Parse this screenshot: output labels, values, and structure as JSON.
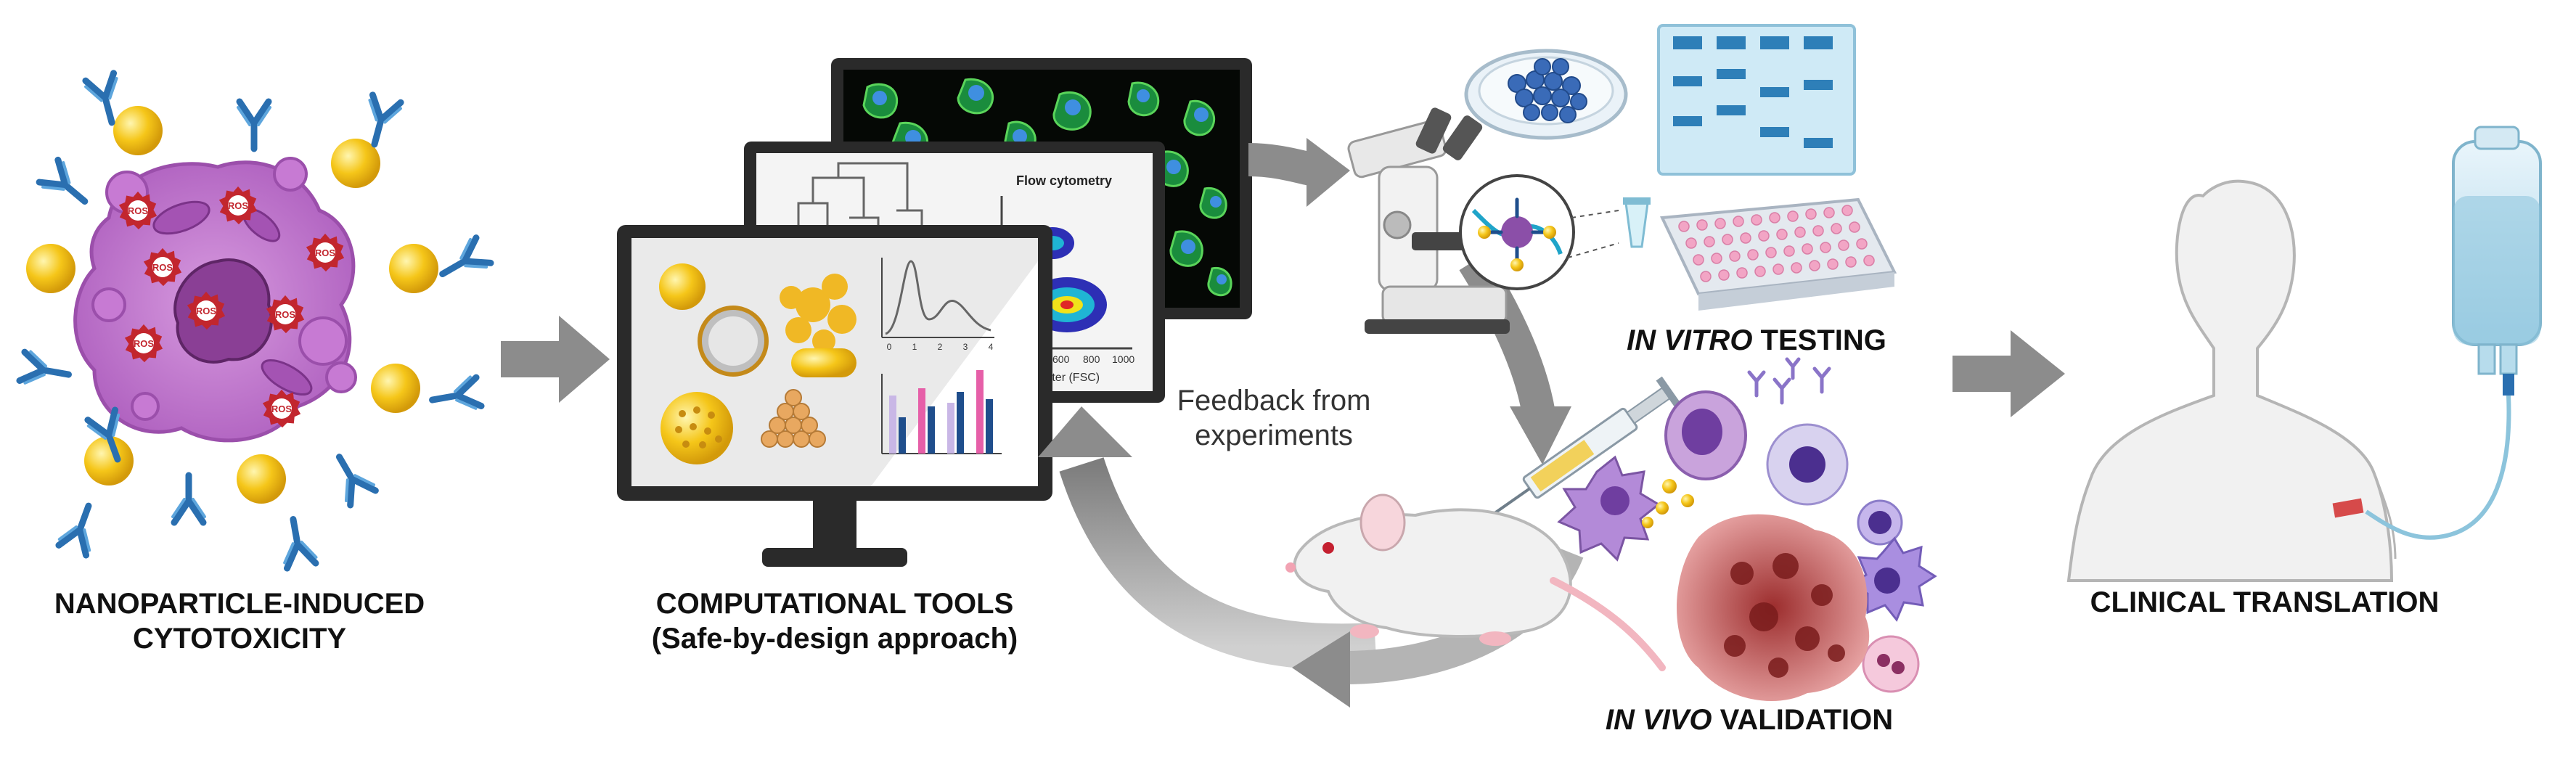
{
  "labels": {
    "cytotoxicity_line1": "NANOPARTICLE-INDUCED",
    "cytotoxicity_line2": "CYTOTOXICITY",
    "computational_line1": "COMPUTATIONAL TOOLS",
    "computational_line2": "(Safe-by-design approach)",
    "in_vitro_italic": "IN VITRO",
    "in_vitro_rest": " TESTING",
    "in_vivo_italic": "IN VIVO",
    "in_vivo_rest": " VALIDATION",
    "clinical": "CLINICAL TRANSLATION",
    "feedback_line1": "Feedback from",
    "feedback_line2": "experiments"
  },
  "cell": {
    "ros_label": "ROS"
  },
  "screens": {
    "flow_title": "Flow cytometry",
    "axis_label": "scatter (FSC)",
    "tick_600": "600",
    "tick_800": "800",
    "tick_1000": "1000",
    "dendro_ticks": [
      "0",
      "1",
      "2",
      "3",
      "4"
    ]
  },
  "colors": {
    "cell_membrane": "#c77ad3",
    "nucleus": "#8a3f95",
    "nanoparticle": "#f3c21a",
    "antibody": "#2a6fb0",
    "ros": "#c2262e",
    "arrow_gray": "#8c8c8c",
    "monitor_dark": "#2a2a2a"
  }
}
